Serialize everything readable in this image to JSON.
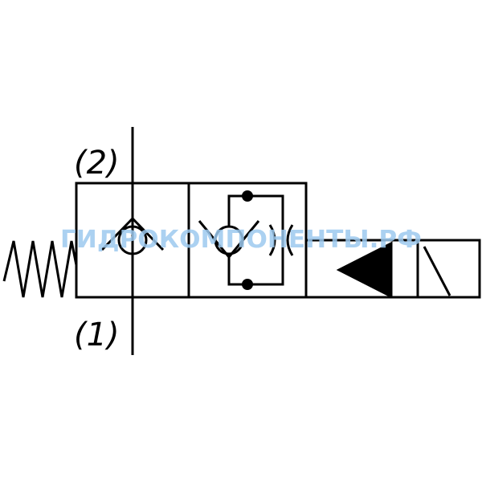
{
  "ports": {
    "top": "(2)",
    "bottom": "(1)"
  },
  "watermark": "ГИДРОКОМПОНЕНТЫ.РФ",
  "colors": {
    "line": "#000000",
    "watermark": "#9cc9ef",
    "background": "#ffffff"
  }
}
